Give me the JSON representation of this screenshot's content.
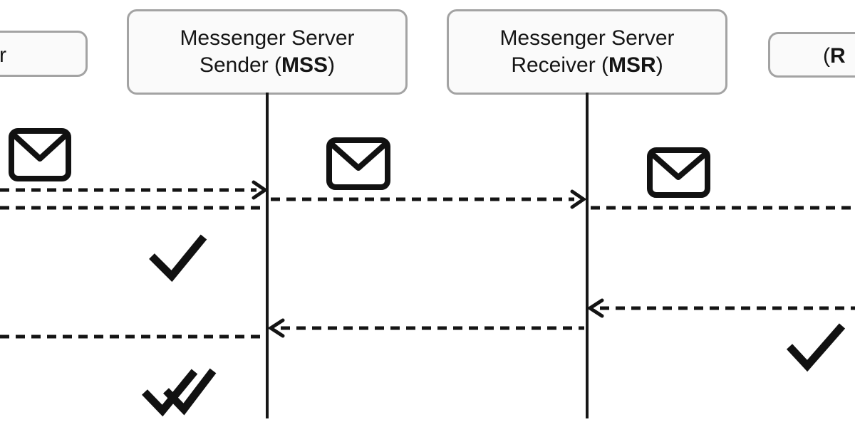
{
  "diagram": {
    "kind": "sequence-diagram",
    "subject": "Messenger message delivery and acknowledgement flow",
    "actors": {
      "sender": {
        "partial": true,
        "side": "left",
        "visible_label": "r"
      },
      "mss": {
        "line1": "Messenger Server",
        "line2_pre": "Sender (",
        "abbr": "MSS",
        "line2_post": ")"
      },
      "msr": {
        "line1": "Messenger Server",
        "line2_pre": "Receiver (",
        "abbr": "MSR",
        "line2_post": ")"
      },
      "receiver": {
        "partial": true,
        "side": "right",
        "visible_label_pre": "(",
        "visible_label_abbr": "R"
      }
    },
    "flows": [
      {
        "from": "sender",
        "to": "mss",
        "style": "dashed",
        "arrowhead": "right",
        "icon_above": "envelope"
      },
      {
        "from": "mss",
        "to": "sender",
        "style": "dashed",
        "arrowhead": "offscreen-left",
        "result_icon": "single-check"
      },
      {
        "from": "mss",
        "to": "msr",
        "style": "dashed",
        "arrowhead": "right",
        "icon_above": "envelope"
      },
      {
        "from": "msr",
        "to": "receiver",
        "style": "dashed",
        "arrowhead": "offscreen-right",
        "icon_above": "envelope"
      },
      {
        "from": "receiver",
        "to": "msr",
        "style": "dashed",
        "arrowhead": "left",
        "result_icon": "single-check"
      },
      {
        "from": "msr",
        "to": "mss",
        "style": "dashed",
        "arrowhead": "left"
      },
      {
        "from": "mss",
        "to": "sender",
        "style": "dashed",
        "arrowhead": "offscreen-left",
        "result_icon": "double-check"
      }
    ],
    "icons": [
      "envelope-icon",
      "single-check-icon",
      "double-check-icon"
    ],
    "colors": {
      "background": "#ffffff",
      "box_fill": "#fafafa",
      "box_border": "#a3a3a3",
      "line": "#141414",
      "text": "#151515"
    }
  }
}
